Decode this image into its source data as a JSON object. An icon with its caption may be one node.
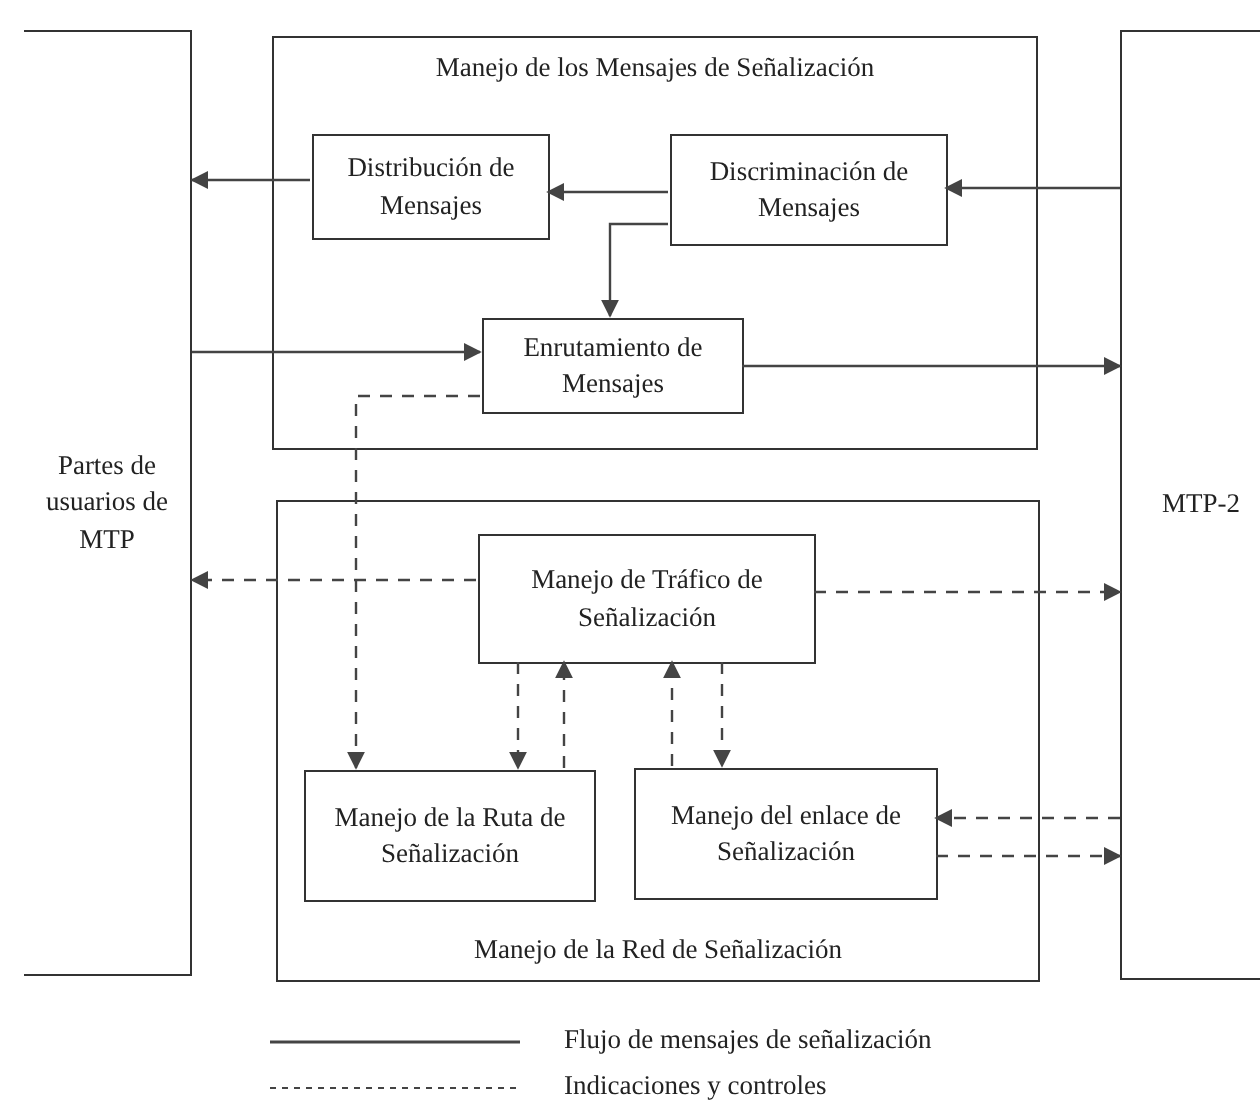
{
  "diagram": {
    "nodes": [
      {
        "text": [
          "Partes de usuarios de MTP"
        ]
      },
      {
        "text": [
          "Manejo de los Mensajes de Señalización"
        ]
      },
      {
        "text": [
          "Distribución de Mensajes"
        ],
        "in": 1
      },
      {
        "text": [
          "Discriminación de Mensajes"
        ],
        "in": 1
      },
      {
        "text": [
          "Enrutamiento de Mensajes"
        ],
        "in": 1
      },
      {
        "text": [
          "Manejo de la Red de Señalización"
        ]
      },
      {
        "text": [
          "Manejo de Tráfico de Señalización"
        ],
        "in": 5
      },
      {
        "text": [
          "Manejo de la Ruta de Señalización"
        ],
        "in": 5
      },
      {
        "text": [
          "Manejo del enlace de Señalización"
        ],
        "in": 5
      },
      {
        "text": [
          "MTP-2"
        ]
      }
    ],
    "edges": [
      {
        "from": 2,
        "to": 0,
        "arrow": "to"
      },
      {
        "from": 3,
        "to": 2,
        "arrow": "to"
      },
      {
        "from": 9,
        "to": 3,
        "arrow": "to"
      },
      {
        "from": 3,
        "to": 4,
        "arrow": "to"
      },
      {
        "from": 0,
        "to": 4,
        "arrow": "to"
      },
      {
        "from": 4,
        "to": 9,
        "arrow": "to"
      },
      {
        "from": 4,
        "to": 7,
        "arrow": "to",
        "style": "dashed"
      },
      {
        "from": 6,
        "to": 0,
        "arrow": "to",
        "style": "dashed"
      },
      {
        "from": 6,
        "to": 9,
        "arrow": "to",
        "style": "dashed"
      },
      {
        "from": 6,
        "to": 7,
        "arrow": "to",
        "style": "dashed"
      },
      {
        "from": 7,
        "to": 6,
        "arrow": "to",
        "style": "dashed"
      },
      {
        "from": 8,
        "to": 6,
        "arrow": "to",
        "style": "dashed"
      },
      {
        "from": 6,
        "to": 8,
        "arrow": "to",
        "style": "dashed"
      },
      {
        "from": 9,
        "to": 8,
        "arrow": "to",
        "style": "dashed"
      },
      {
        "from": 8,
        "to": 9,
        "arrow": "to",
        "style": "dashed"
      }
    ],
    "legend": [
      {
        "text": "Flujo de mensajes de señalización"
      },
      {
        "text": "Indicaciones y controles"
      }
    ]
  }
}
